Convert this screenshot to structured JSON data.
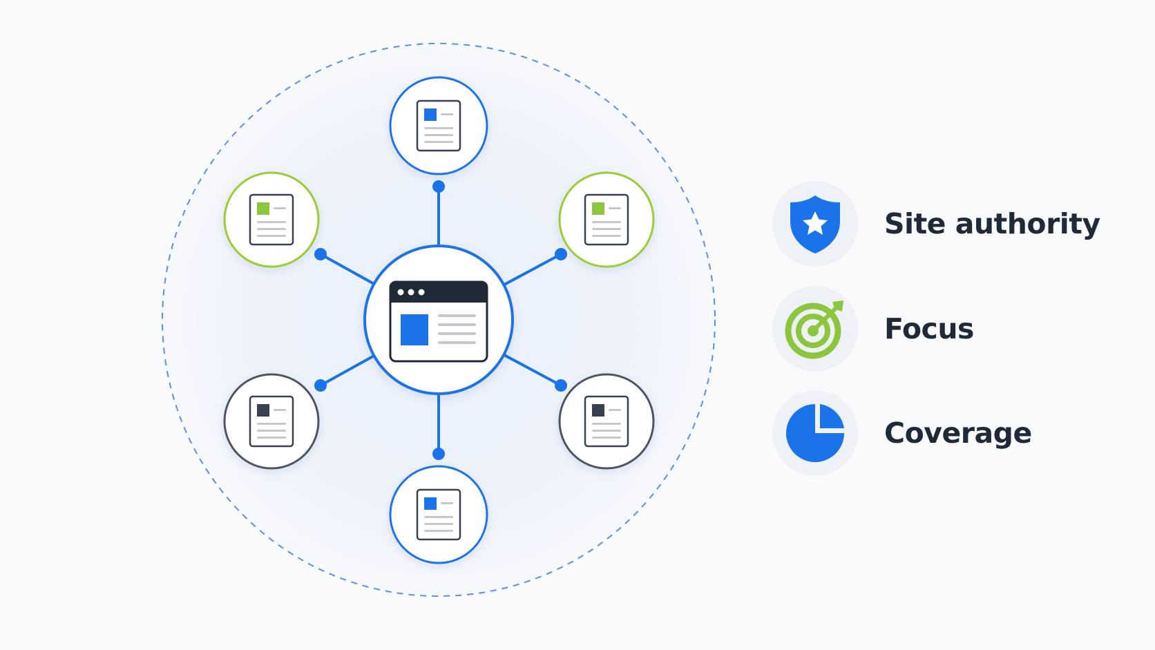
{
  "diagram": {
    "center_node": {
      "icon": "browser-window-icon",
      "color": "#1a73e8"
    },
    "nodes": [
      {
        "id": "top",
        "icon": "document-icon",
        "accent": "#1a73e8",
        "ring": "#1a73e8"
      },
      {
        "id": "top-right",
        "icon": "document-icon",
        "accent": "#8cc63f",
        "ring": "#9acd32"
      },
      {
        "id": "bottom-right",
        "icon": "document-icon",
        "accent": "#374151",
        "ring": "#4b5563"
      },
      {
        "id": "bottom",
        "icon": "document-icon",
        "accent": "#1a73e8",
        "ring": "#1a73e8"
      },
      {
        "id": "bottom-left",
        "icon": "document-icon",
        "accent": "#374151",
        "ring": "#4b5563"
      },
      {
        "id": "top-left",
        "icon": "document-icon",
        "accent": "#8cc63f",
        "ring": "#9acd32"
      }
    ],
    "colors": {
      "primary": "#1a73e8",
      "green": "#8cc63f",
      "dark": "#1f2937",
      "halo": "#eef2f9",
      "dashed_ring": "#5b8ee6"
    }
  },
  "legend": {
    "items": [
      {
        "icon": "shield-star-icon",
        "label": "Site authority",
        "color": "#1a73e8"
      },
      {
        "icon": "target-arrow-icon",
        "label": "Focus",
        "color": "#8cc63f"
      },
      {
        "icon": "pie-chart-icon",
        "label": "Coverage",
        "color": "#1a73e8"
      }
    ]
  }
}
